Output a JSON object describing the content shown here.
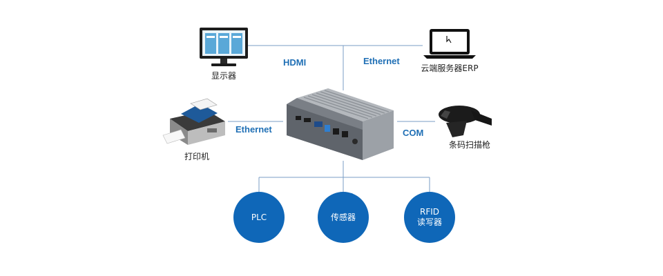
{
  "links": {
    "hdmi": "HDMI",
    "ethernet_top": "Ethernet",
    "ethernet_left": "Ethernet",
    "com": "COM"
  },
  "devices": {
    "monitor": "显示器",
    "laptop": "云端服务器ERP",
    "printer": "打印机",
    "scanner": "条码扫描枪"
  },
  "modules": {
    "plc": "PLC",
    "sensor": "传感器",
    "rfid_line1": "RFID",
    "rfid_line2": "读写器"
  },
  "colors": {
    "accent": "#0f67b8",
    "link_text": "#1f6fb5",
    "connector": "#7a9cc4"
  },
  "icons": {
    "monitor": "monitor-icon",
    "laptop": "laptop-icon",
    "printer": "printer-icon",
    "scanner": "barcode-scanner-icon",
    "computer": "industrial-pc-icon"
  }
}
